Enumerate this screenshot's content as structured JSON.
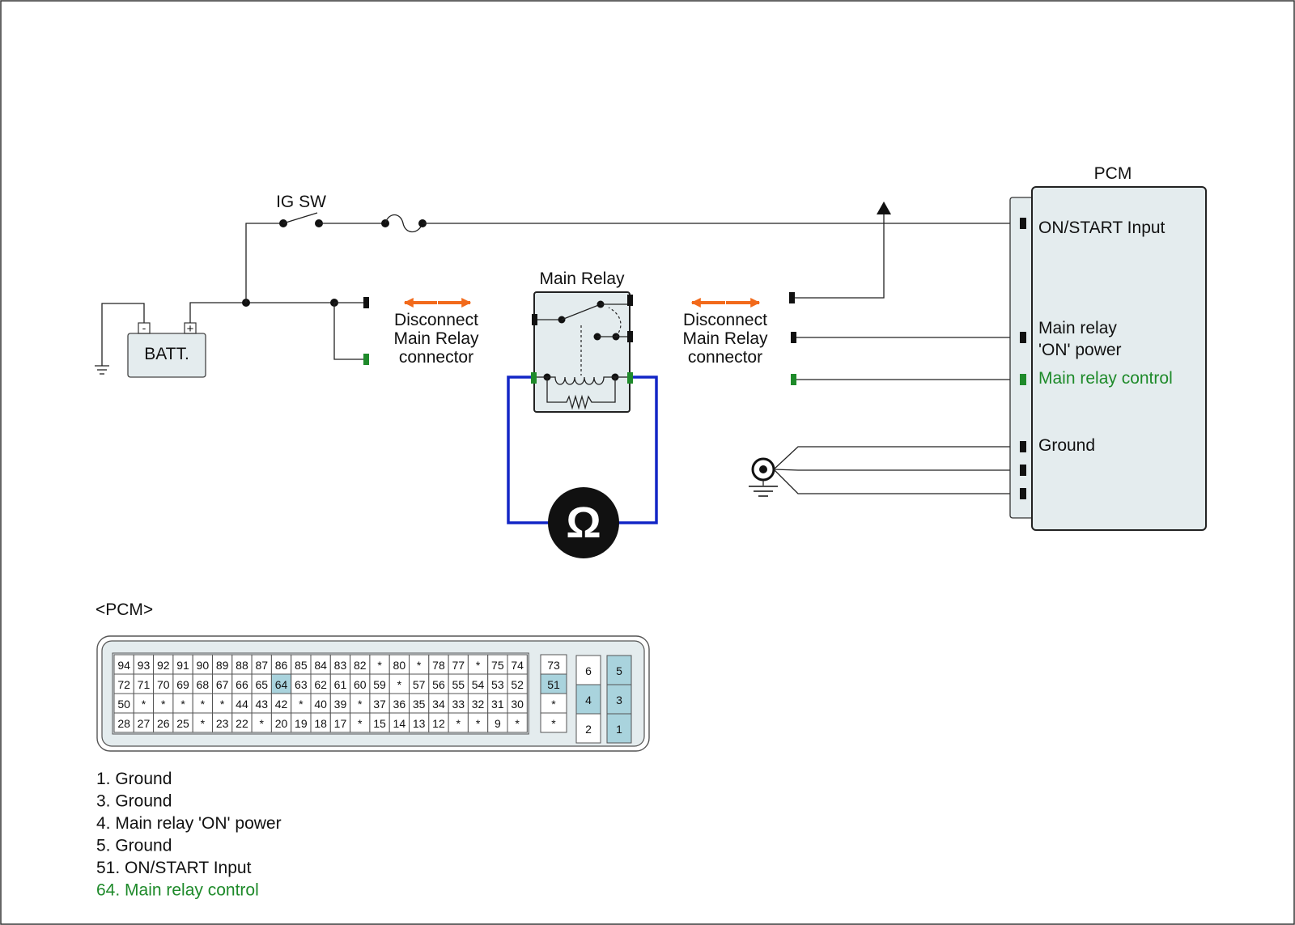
{
  "colors": {
    "accent_green": "#1e8a2a",
    "arrow_orange": "#f26a1b",
    "meter_blue": "#1326c6",
    "module_fill": "#e4ecee",
    "pin_highlight": "#a9d3dd"
  },
  "labels": {
    "ig_sw": "IG SW",
    "battery": "BATT.",
    "battery_neg": "-",
    "battery_pos": "+",
    "main_relay": "Main Relay",
    "disconnect_left": [
      "Disconnect",
      "Main Relay",
      "connector"
    ],
    "disconnect_right": [
      "Disconnect",
      "Main Relay",
      "connector"
    ],
    "pcm_title": "PCM",
    "on_start_input": "ON/START Input",
    "main_relay_on_power": [
      "Main relay",
      "'ON' power"
    ],
    "main_relay_control": "Main relay control",
    "ground": "Ground",
    "ohm_symbol": "Ω"
  },
  "connector": {
    "title": "<PCM>",
    "main_rows": [
      [
        "94",
        "93",
        "92",
        "91",
        "90",
        "89",
        "88",
        "87",
        "86",
        "85",
        "84",
        "83",
        "82",
        "*",
        "80",
        "*",
        "78",
        "77",
        "*",
        "75",
        "74"
      ],
      [
        "72",
        "71",
        "70",
        "69",
        "68",
        "67",
        "66",
        "65",
        "64",
        "63",
        "62",
        "61",
        "60",
        "59",
        "*",
        "57",
        "56",
        "55",
        "54",
        "53",
        "52"
      ],
      [
        "50",
        "*",
        "*",
        "*",
        "*",
        "*",
        "44",
        "43",
        "42",
        "*",
        "40",
        "39",
        "*",
        "37",
        "36",
        "35",
        "34",
        "33",
        "32",
        "31",
        "30"
      ],
      [
        "28",
        "27",
        "26",
        "25",
        "*",
        "23",
        "22",
        "*",
        "20",
        "19",
        "18",
        "17",
        "*",
        "15",
        "14",
        "13",
        "12",
        "*",
        "*",
        "9",
        "*"
      ]
    ],
    "single_col": [
      "73",
      "51",
      "*",
      "*"
    ],
    "highlighted": [
      "64",
      "51",
      "4",
      "5",
      "3",
      "1"
    ],
    "left_power_col": [
      "6",
      "4",
      "2"
    ],
    "right_power_col": [
      "5",
      "3",
      "1"
    ]
  },
  "pin_legend": [
    {
      "text": "1. Ground",
      "color": "#111111"
    },
    {
      "text": "3. Ground",
      "color": "#111111"
    },
    {
      "text": "4. Main relay 'ON' power",
      "color": "#111111"
    },
    {
      "text": "5. Ground",
      "color": "#111111"
    },
    {
      "text": "51. ON/START Input",
      "color": "#111111"
    },
    {
      "text": "64. Main relay control",
      "color": "#1e8a2a"
    }
  ]
}
